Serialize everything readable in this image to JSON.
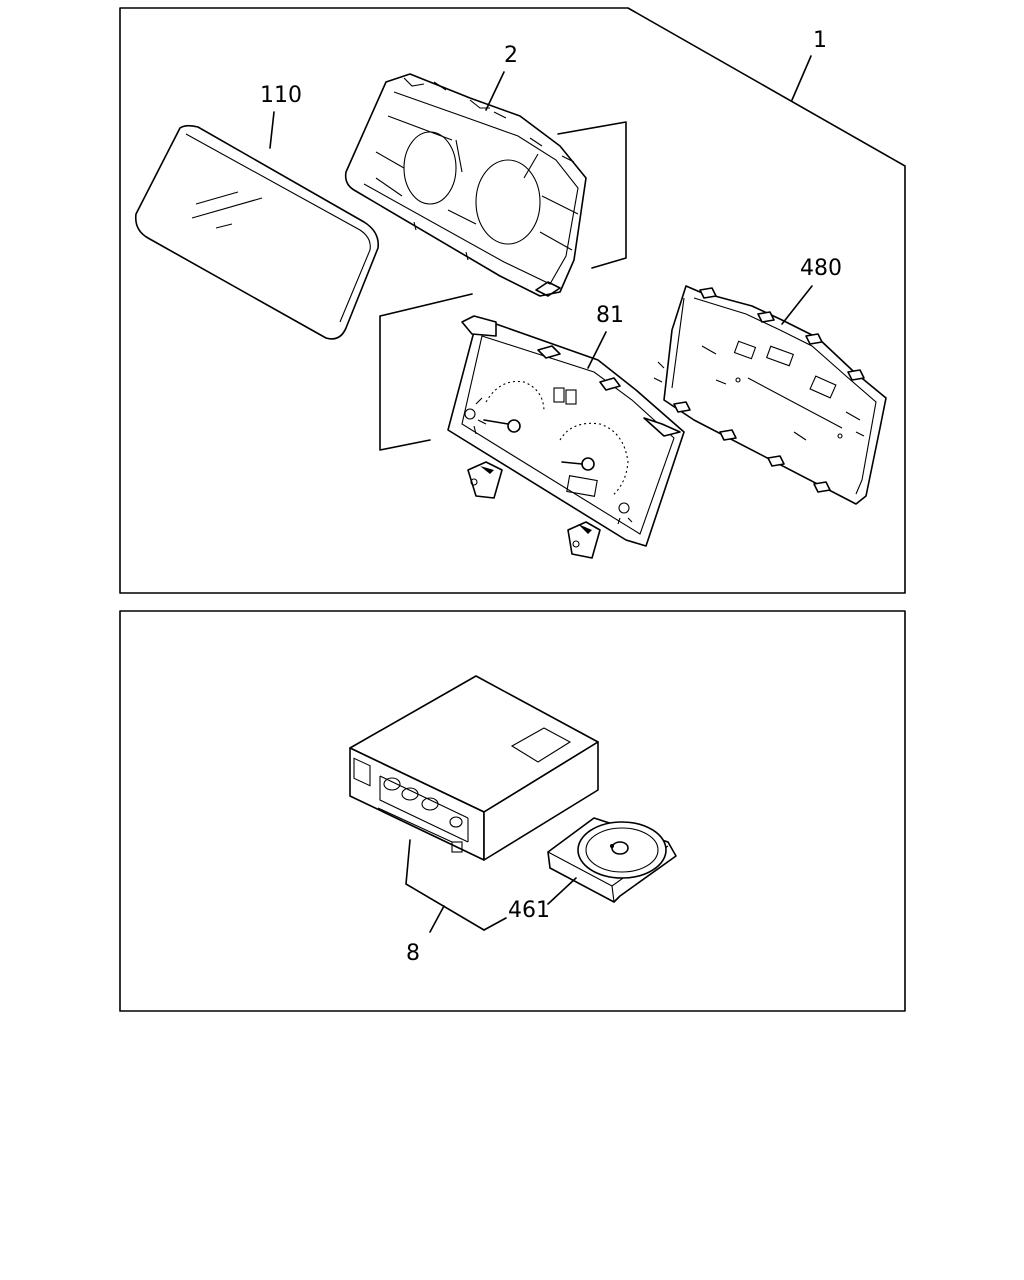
{
  "diagram": {
    "callouts": {
      "assembly": "1",
      "bezel": "2",
      "lens": "110",
      "dial_plate": "81",
      "circuit_board": "480",
      "radio_unit": "8",
      "disc_part": "461"
    }
  }
}
